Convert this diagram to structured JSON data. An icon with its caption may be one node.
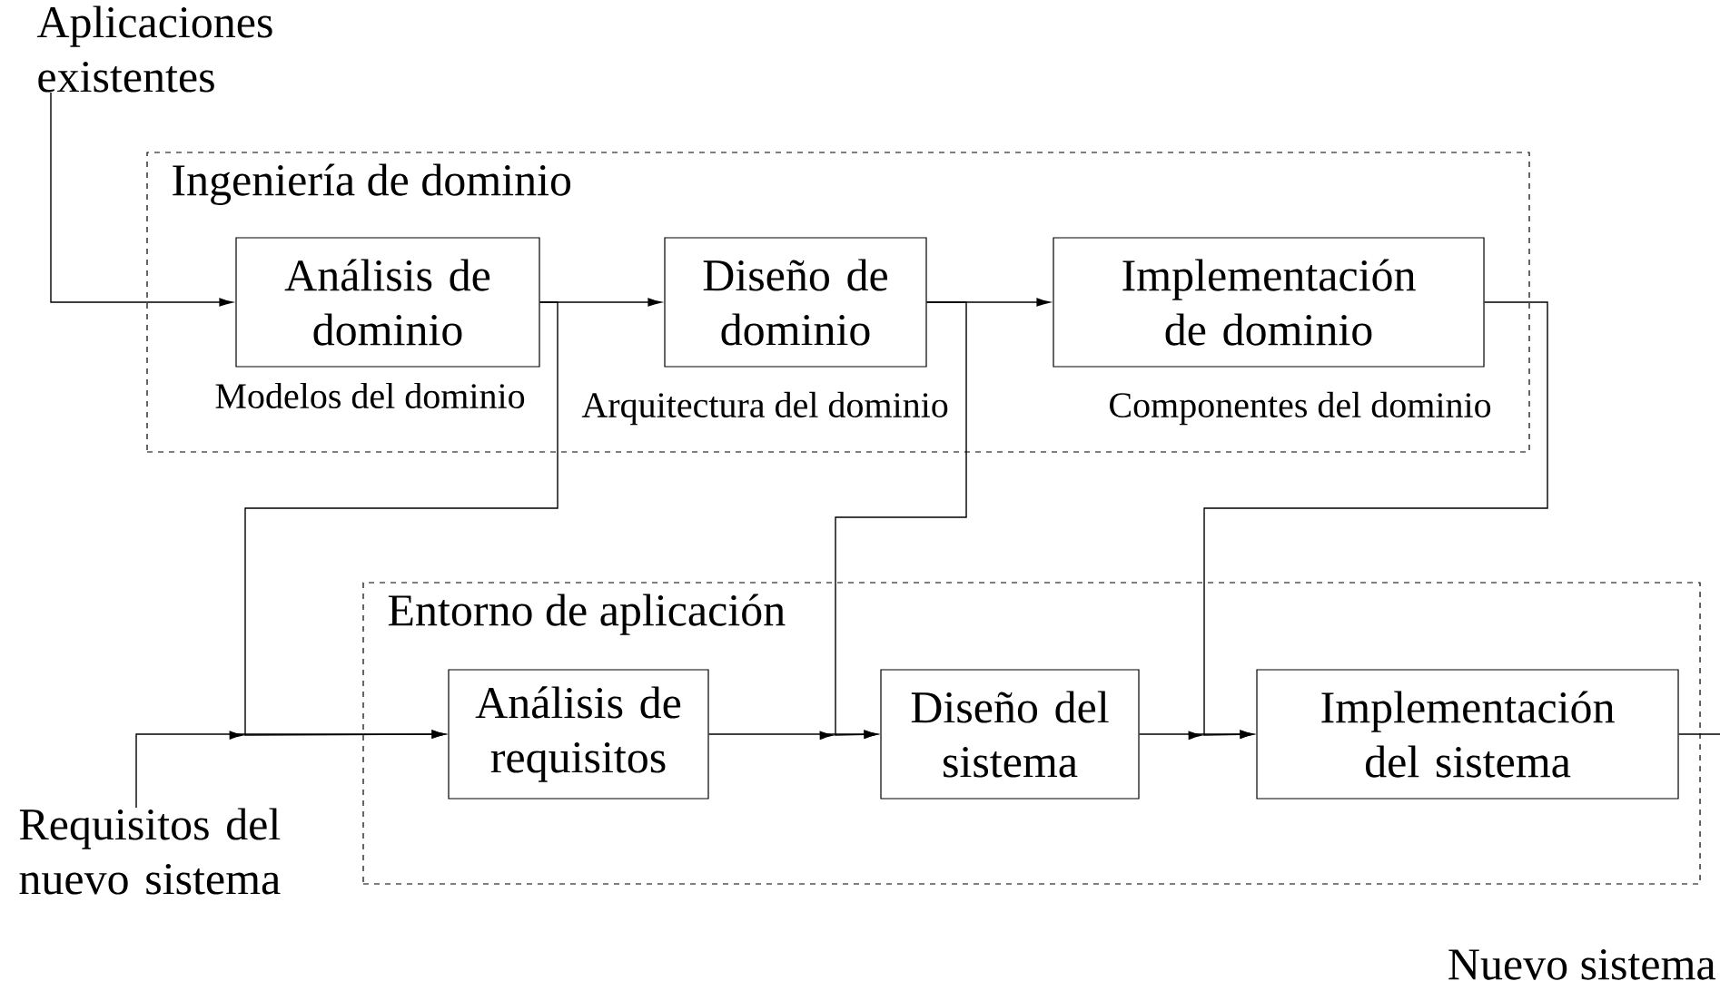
{
  "diagram": {
    "nodes": [
      {
        "text": [
          "Aplicaciones existentes"
        ]
      },
      {
        "text": [
          "Ingeniería de dominio"
        ]
      },
      {
        "text": [
          "Análisis de dominio"
        ],
        "in": 1,
        "beside": [
          "Modelos del dominio"
        ]
      },
      {
        "text": [
          "Diseño de dominio"
        ],
        "in": 1,
        "beside": [
          "Arquitectura del dominio"
        ]
      },
      {
        "text": [
          "Implementación de dominio"
        ],
        "in": 1,
        "beside": [
          "Componentes del dominio"
        ]
      },
      {
        "text": [
          "Requisitos del nuevo sistema"
        ]
      },
      {
        "text": [
          "Entorno de aplicación"
        ]
      },
      {
        "text": [
          "Análisis de requisitos"
        ],
        "in": 6
      },
      {
        "text": [
          "Diseño del sistema"
        ],
        "in": 6
      },
      {
        "text": [
          "Implementación del sistema"
        ],
        "in": 6
      }
    ],
    "edges": [
      {
        "from": 0,
        "to": 2,
        "arrow": "to"
      },
      {
        "from": 2,
        "to": 3,
        "arrow": "to"
      },
      {
        "from": 3,
        "to": 4,
        "arrow": "to"
      },
      {
        "from": 2,
        "to": 7,
        "arrow": "to"
      },
      {
        "from": 5,
        "to": 7,
        "arrow": "to"
      },
      {
        "from": 7,
        "to": 8,
        "arrow": "to"
      },
      {
        "from": 3,
        "to": 8,
        "arrow": "to"
      },
      {
        "from": 8,
        "to": 9,
        "arrow": "to"
      },
      {
        "from": 4,
        "to": 9,
        "arrow": "to"
      },
      {
        "from": 9,
        "to": null,
        "arrow": "none"
      }
    ],
    "labels": [
      "Nuevo sistema"
    ]
  }
}
